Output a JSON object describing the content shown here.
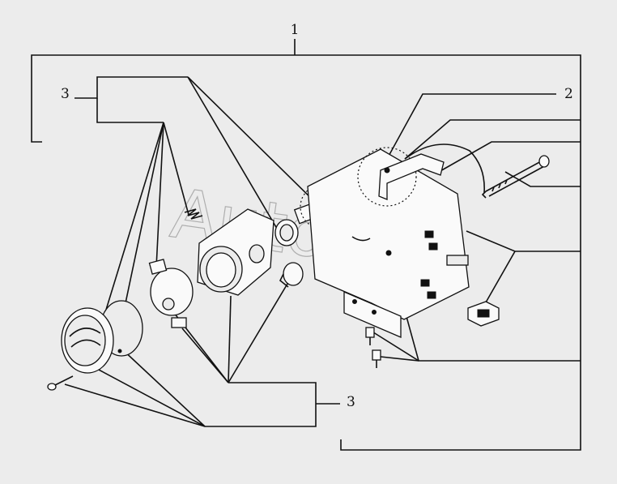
{
  "callouts": {
    "assembly": "1",
    "motor_guard": "2",
    "kit_upper": "3",
    "kit_lower": "3"
  },
  "watermark": "AutoSoft"
}
